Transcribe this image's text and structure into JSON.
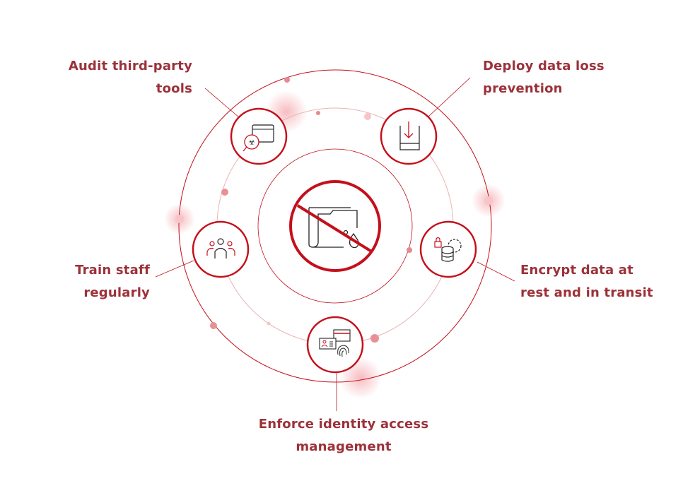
{
  "colors": {
    "accent": "#c4101c",
    "text": "#9c3139",
    "icon": "#222222"
  },
  "center": {
    "icon": "no-data-leak-folder-icon"
  },
  "items": [
    {
      "line1": "Audit third-party",
      "line2": "tools",
      "icon": "biohazard-browser-icon"
    },
    {
      "line1": "Deploy data loss",
      "line2": "prevention",
      "icon": "download-drive-icon"
    },
    {
      "line1": "Encrypt data at",
      "line2": "rest and in transit",
      "icon": "locked-database-gear-icon"
    },
    {
      "line1": "Enforce identity access",
      "line2": "management",
      "icon": "id-card-fingerprint-icon"
    },
    {
      "line1": "Train staff",
      "line2": "regularly",
      "icon": "team-icon"
    }
  ]
}
